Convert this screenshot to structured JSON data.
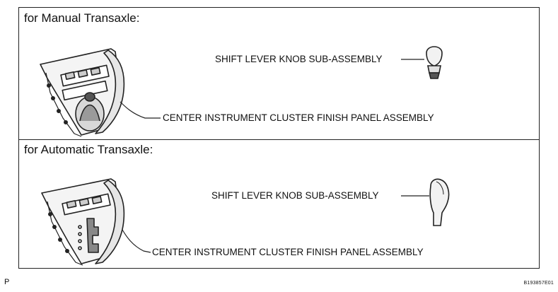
{
  "manual": {
    "title": "for Manual Transaxle:",
    "knob_label": "SHIFT LEVER KNOB SUB-ASSEMBLY",
    "panel_label": "CENTER INSTRUMENT CLUSTER FINISH PANEL ASSEMBLY"
  },
  "automatic": {
    "title": "for Automatic Transaxle:",
    "knob_label": "SHIFT LEVER KNOB SUB-ASSEMBLY",
    "panel_label": "CENTER INSTRUMENT CLUSTER FINISH PANEL ASSEMBLY"
  },
  "footer": {
    "page_letter": "P",
    "figure_code": "B193857E01"
  }
}
